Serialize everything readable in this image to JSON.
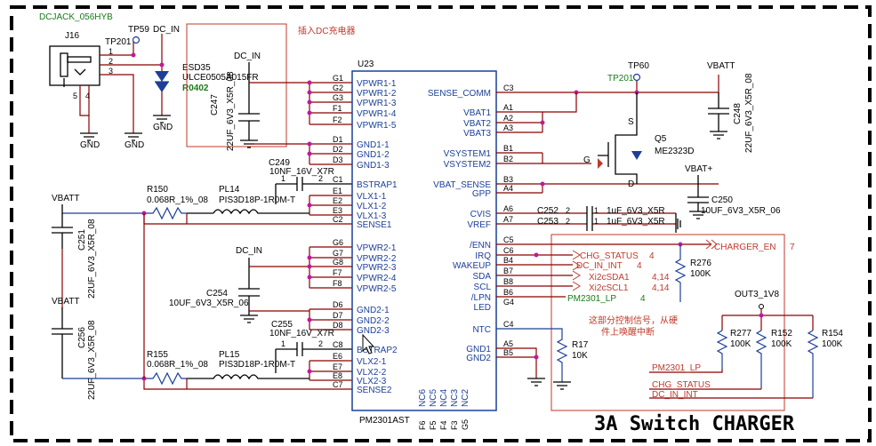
{
  "title": "3A Switch CHARGER",
  "dc_note": "插入DC充电器",
  "control_note_1": "这部分控制信号，从硬",
  "control_note_2": "件上唤醒中断",
  "connector": {
    "name": "J16",
    "part": "DCJACK_056HYB",
    "pins": [
      "1",
      "2",
      "3",
      "4",
      "5"
    ]
  },
  "testpoints": {
    "tp59": "TP59",
    "tp201a": "TP201",
    "tp60": "TP60",
    "tp201b": "TP201"
  },
  "nets": {
    "dc_in": "DC_IN",
    "dc_in2": "DC_IN",
    "dc_in3": "DC_IN",
    "vbatt": "VBATT",
    "vbatt2": "VBATT",
    "vbatt3": "VBATT",
    "vbat_plus": "VBAT+",
    "out3": "OUT3_1V8",
    "gnd": "GND"
  },
  "esd": {
    "ref": "ESD35",
    "part": "ULCE0505A015FR",
    "pkg": "R0402"
  },
  "ic": {
    "ref": "U23",
    "part": "PM2301AST",
    "left_pins": [
      {
        "ball": "G1",
        "name": "VPWR1-1"
      },
      {
        "ball": "G2",
        "name": "VPWR1-2"
      },
      {
        "ball": "G3",
        "name": "VPWR1-3"
      },
      {
        "ball": "F1",
        "name": "VPWR1-4"
      },
      {
        "ball": "F2",
        "name": "VPWR1-5"
      },
      {
        "ball": "D1",
        "name": "GND1-1"
      },
      {
        "ball": "D2",
        "name": "GND1-2"
      },
      {
        "ball": "D3",
        "name": "GND1-3"
      },
      {
        "ball": "C1",
        "name": "BSTRAP1"
      },
      {
        "ball": "E1",
        "name": "VLX1-1"
      },
      {
        "ball": "E2",
        "name": "VLX1-2"
      },
      {
        "ball": "E3",
        "name": "VLX1-3"
      },
      {
        "ball": "C2",
        "name": "SENSE1"
      },
      {
        "ball": "G6",
        "name": "VPWR2-1"
      },
      {
        "ball": "G7",
        "name": "VPWR2-2"
      },
      {
        "ball": "G8",
        "name": "VPWR2-3"
      },
      {
        "ball": "F7",
        "name": "VPWR2-4"
      },
      {
        "ball": "F8",
        "name": "VPWR2-5"
      },
      {
        "ball": "D6",
        "name": "GND2-1"
      },
      {
        "ball": "D7",
        "name": "GND2-2"
      },
      {
        "ball": "D8",
        "name": "GND2-3"
      },
      {
        "ball": "C8",
        "name": "BSTRAP2"
      },
      {
        "ball": "E6",
        "name": "VLX2-1"
      },
      {
        "ball": "E7",
        "name": "VLX2-2"
      },
      {
        "ball": "E8",
        "name": "VLX2-3"
      },
      {
        "ball": "C7",
        "name": "SENSE2"
      }
    ],
    "right_pins": [
      {
        "ball": "C3",
        "name": "SENSE_COMM"
      },
      {
        "ball": "A1",
        "name": "VBAT1"
      },
      {
        "ball": "A2",
        "name": "VBAT2"
      },
      {
        "ball": "A3",
        "name": "VBAT3"
      },
      {
        "ball": "B1",
        "name": "VSYSTEM1"
      },
      {
        "ball": "B2",
        "name": "VSYSTEM2"
      },
      {
        "ball": "B3",
        "name": "VBAT_SENSE"
      },
      {
        "ball": "A4",
        "name": "GPP"
      },
      {
        "ball": "A6",
        "name": "CVIS"
      },
      {
        "ball": "A7",
        "name": "VREF"
      },
      {
        "ball": "C5",
        "name": "/ENN"
      },
      {
        "ball": "C6",
        "name": "IRQ"
      },
      {
        "ball": "B4",
        "name": "WAKEUP"
      },
      {
        "ball": "B7",
        "name": "SDA"
      },
      {
        "ball": "B8",
        "name": "SCL"
      },
      {
        "ball": "B6",
        "name": "/LPN"
      },
      {
        "ball": "G4",
        "name": "LED"
      },
      {
        "ball": "C4",
        "name": "NTC"
      },
      {
        "ball": "A5",
        "name": "GND1"
      },
      {
        "ball": "B5",
        "name": "GND2"
      }
    ],
    "bottom_pins": [
      {
        "ball": "F6",
        "name": "NC6"
      },
      {
        "ball": "F5",
        "name": "NC5"
      },
      {
        "ball": "F4",
        "name": "NC4"
      },
      {
        "ball": "F3",
        "name": "NC3"
      },
      {
        "ball": "G5",
        "name": "NC2"
      }
    ]
  },
  "parts": {
    "c247": {
      "ref": "C247",
      "val": "22UF_6V3_X5R_08"
    },
    "c249": {
      "ref": "C249",
      "val": "10NF_16V_X7R"
    },
    "c251": {
      "ref": "C251",
      "val": "22UF_6V3_X5R_08"
    },
    "c254": {
      "ref": "C254",
      "val": "10UF_6V3_X5R_06"
    },
    "c255": {
      "ref": "C255",
      "val": "10NF_16V_X7R"
    },
    "c256": {
      "ref": "C256",
      "val": "22UF_6V3_X5R_08"
    },
    "c248": {
      "ref": "C248",
      "val": "22UF_6V3_X5R_08"
    },
    "c250": {
      "ref": "C250",
      "val": "10UF_6V3_X5R_06"
    },
    "c252": {
      "ref": "C252",
      "val": "1uF_6V3_X5R"
    },
    "c253": {
      "ref": "C253",
      "val": "1uF_6V3_X5R"
    },
    "r150": {
      "ref": "R150",
      "val": "0.068R_1%_08"
    },
    "r155": {
      "ref": "R155",
      "val": "0.068R_1%_08"
    },
    "pl14": {
      "ref": "PL14",
      "val": "PIS3D18P-1R0M-T"
    },
    "pl15": {
      "ref": "PL15",
      "val": "PIS3D18P-1R0M-T"
    },
    "q5": {
      "ref": "Q5",
      "val": "ME2323D",
      "s": "S",
      "g": "G",
      "d": "D"
    },
    "r276": {
      "ref": "R276",
      "val": "100K"
    },
    "r17": {
      "ref": "R17",
      "val": "10K"
    },
    "r277": {
      "ref": "R277",
      "val": "100K"
    },
    "r152": {
      "ref": "R152",
      "val": "100K"
    },
    "r154": {
      "ref": "R154",
      "val": "100K"
    }
  },
  "pin_numbers": {
    "one": "1",
    "two": "2"
  },
  "signals": {
    "charger_en": "CHARGER_EN",
    "charger_en_page": "7",
    "chg_status": "CHG_STATUS",
    "chg_status_page": "4",
    "dc_in_int": "DC_IN_INT",
    "dc_in_int_page": "4",
    "xi2csda1": "Xi2cSDA1",
    "xi2csda1_page": "4,14",
    "xi2cscl1": "Xi2cSCL1",
    "xi2cscl1_page": "4,14",
    "pm2301_lp": "PM2301_LP",
    "pm2301_lp_page": "4",
    "pm2301_lp_b": "PM2301_LP",
    "chg_status_b": "CHG_STATUS",
    "dc_in_int_b": "DC_IN_INT"
  }
}
